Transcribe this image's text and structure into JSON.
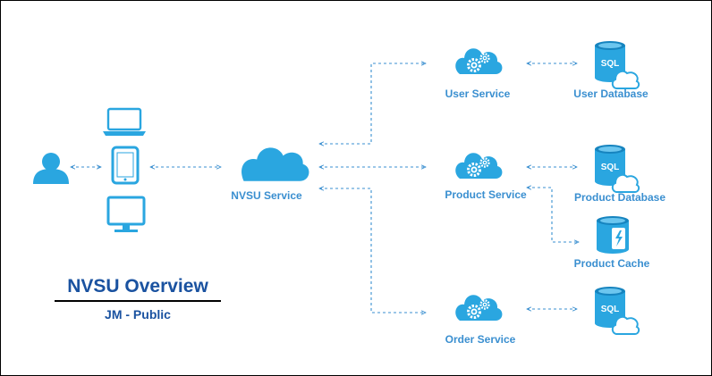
{
  "diagram": {
    "title": "NVSU Overview",
    "subtitle": "JM - Public",
    "nodes": {
      "nvsu_service": "NVSU Service",
      "user_service": "User Service",
      "product_service": "Product Service",
      "order_service": "Order Service",
      "user_database": "User Database",
      "product_database": "Product Database",
      "product_cache": "Product Cache"
    },
    "db_badge": "SQL",
    "icons": [
      "user-icon",
      "laptop-icon",
      "tablet-icon",
      "monitor-icon",
      "cloud-icon",
      "cloud-gear-icon",
      "sql-database-icon",
      "cache-icon"
    ],
    "colors": {
      "icon_blue": "#2aa6e0",
      "label_blue": "#3a8fd0",
      "title_blue": "#1a52a0",
      "connector": "#3a8fd0"
    }
  }
}
